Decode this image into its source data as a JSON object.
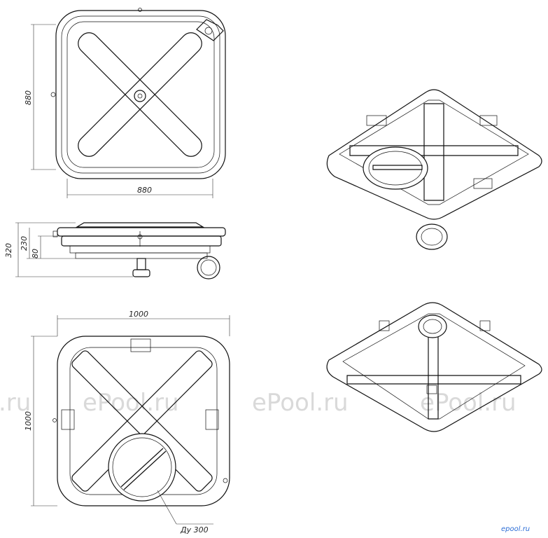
{
  "dimensions": {
    "top_height": "880",
    "top_width": "880",
    "side_h1": "320",
    "side_h2": "230",
    "side_h3": "80",
    "bottom_width": "1000",
    "bottom_height": "1000",
    "outlet_label": "Ду 300"
  },
  "watermark": {
    "text_left": ".ru",
    "text_1": "ePool.ru",
    "text_2": "ePool.ru",
    "text_3": "ePool.ru"
  },
  "logo": "epool.ru",
  "colors": {
    "line": "#111111",
    "watermark": "#d9d9d9",
    "logo": "#2f6fd6"
  }
}
